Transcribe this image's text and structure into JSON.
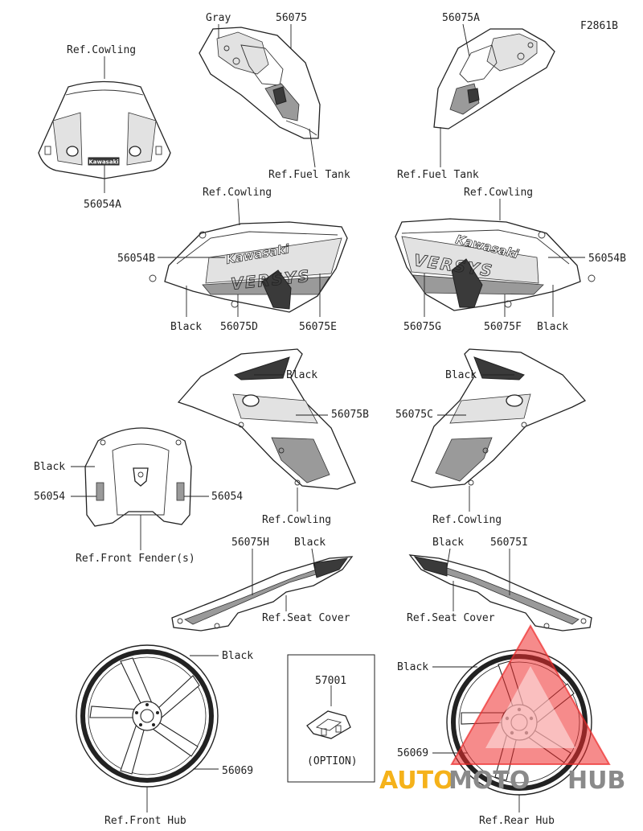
{
  "diagram_id": "F2861B",
  "labels": {
    "gray": "Gray",
    "p56075": "56075",
    "p56075A": "56075A",
    "ref_cowling_top": "Ref.Cowling",
    "ref_fuel_tank_left": "Ref.Fuel Tank",
    "ref_fuel_tank_right": "Ref.Fuel Tank",
    "p56054A": "56054A",
    "ref_cowling_mid_left": "Ref.Cowling",
    "ref_cowling_mid_right": "Ref.Cowling",
    "p56054B_left": "56054B",
    "p56054B_right": "56054B",
    "black_fairing_left": "Black",
    "black_fairing_right": "Black",
    "p56075D": "56075D",
    "p56075E": "56075E",
    "p56075G": "56075G",
    "p56075F": "56075F",
    "black_side_left": "Black",
    "black_side_right": "Black",
    "p56075B": "56075B",
    "p56075C": "56075C",
    "black_fender": "Black",
    "p56054_left": "56054",
    "p56054_right": "56054",
    "ref_cowling_low_left": "Ref.Cowling",
    "ref_cowling_low_right": "Ref.Cowling",
    "ref_front_fender": "Ref.Front Fender(s)",
    "p56075H": "56075H",
    "black_tail_left": "Black",
    "black_tail_right": "Black",
    "p56075I": "56075I",
    "ref_seat_cover_left": "Ref.Seat Cover",
    "ref_seat_cover_right": "Ref.Seat Cover",
    "black_front_wheel": "Black",
    "black_rear_wheel": "Black",
    "p57001": "57001",
    "option": "(OPTION)",
    "p56069_front": "56069",
    "p56069_rear": "56069",
    "ref_front_hub": "Ref.Front Hub",
    "ref_rear_hub": "Ref.Rear Hub"
  },
  "decal_text": {
    "brand": "Kawasaki",
    "brand_small": "Kawasaki",
    "model": "VERSYS"
  },
  "watermark": {
    "auto": "AUTO",
    "moto": "MOTO",
    "hub": "HUB",
    "color_orange": "#f5b21a",
    "color_gray": "#8a8a8a",
    "color_red": "#ee2b2b"
  }
}
